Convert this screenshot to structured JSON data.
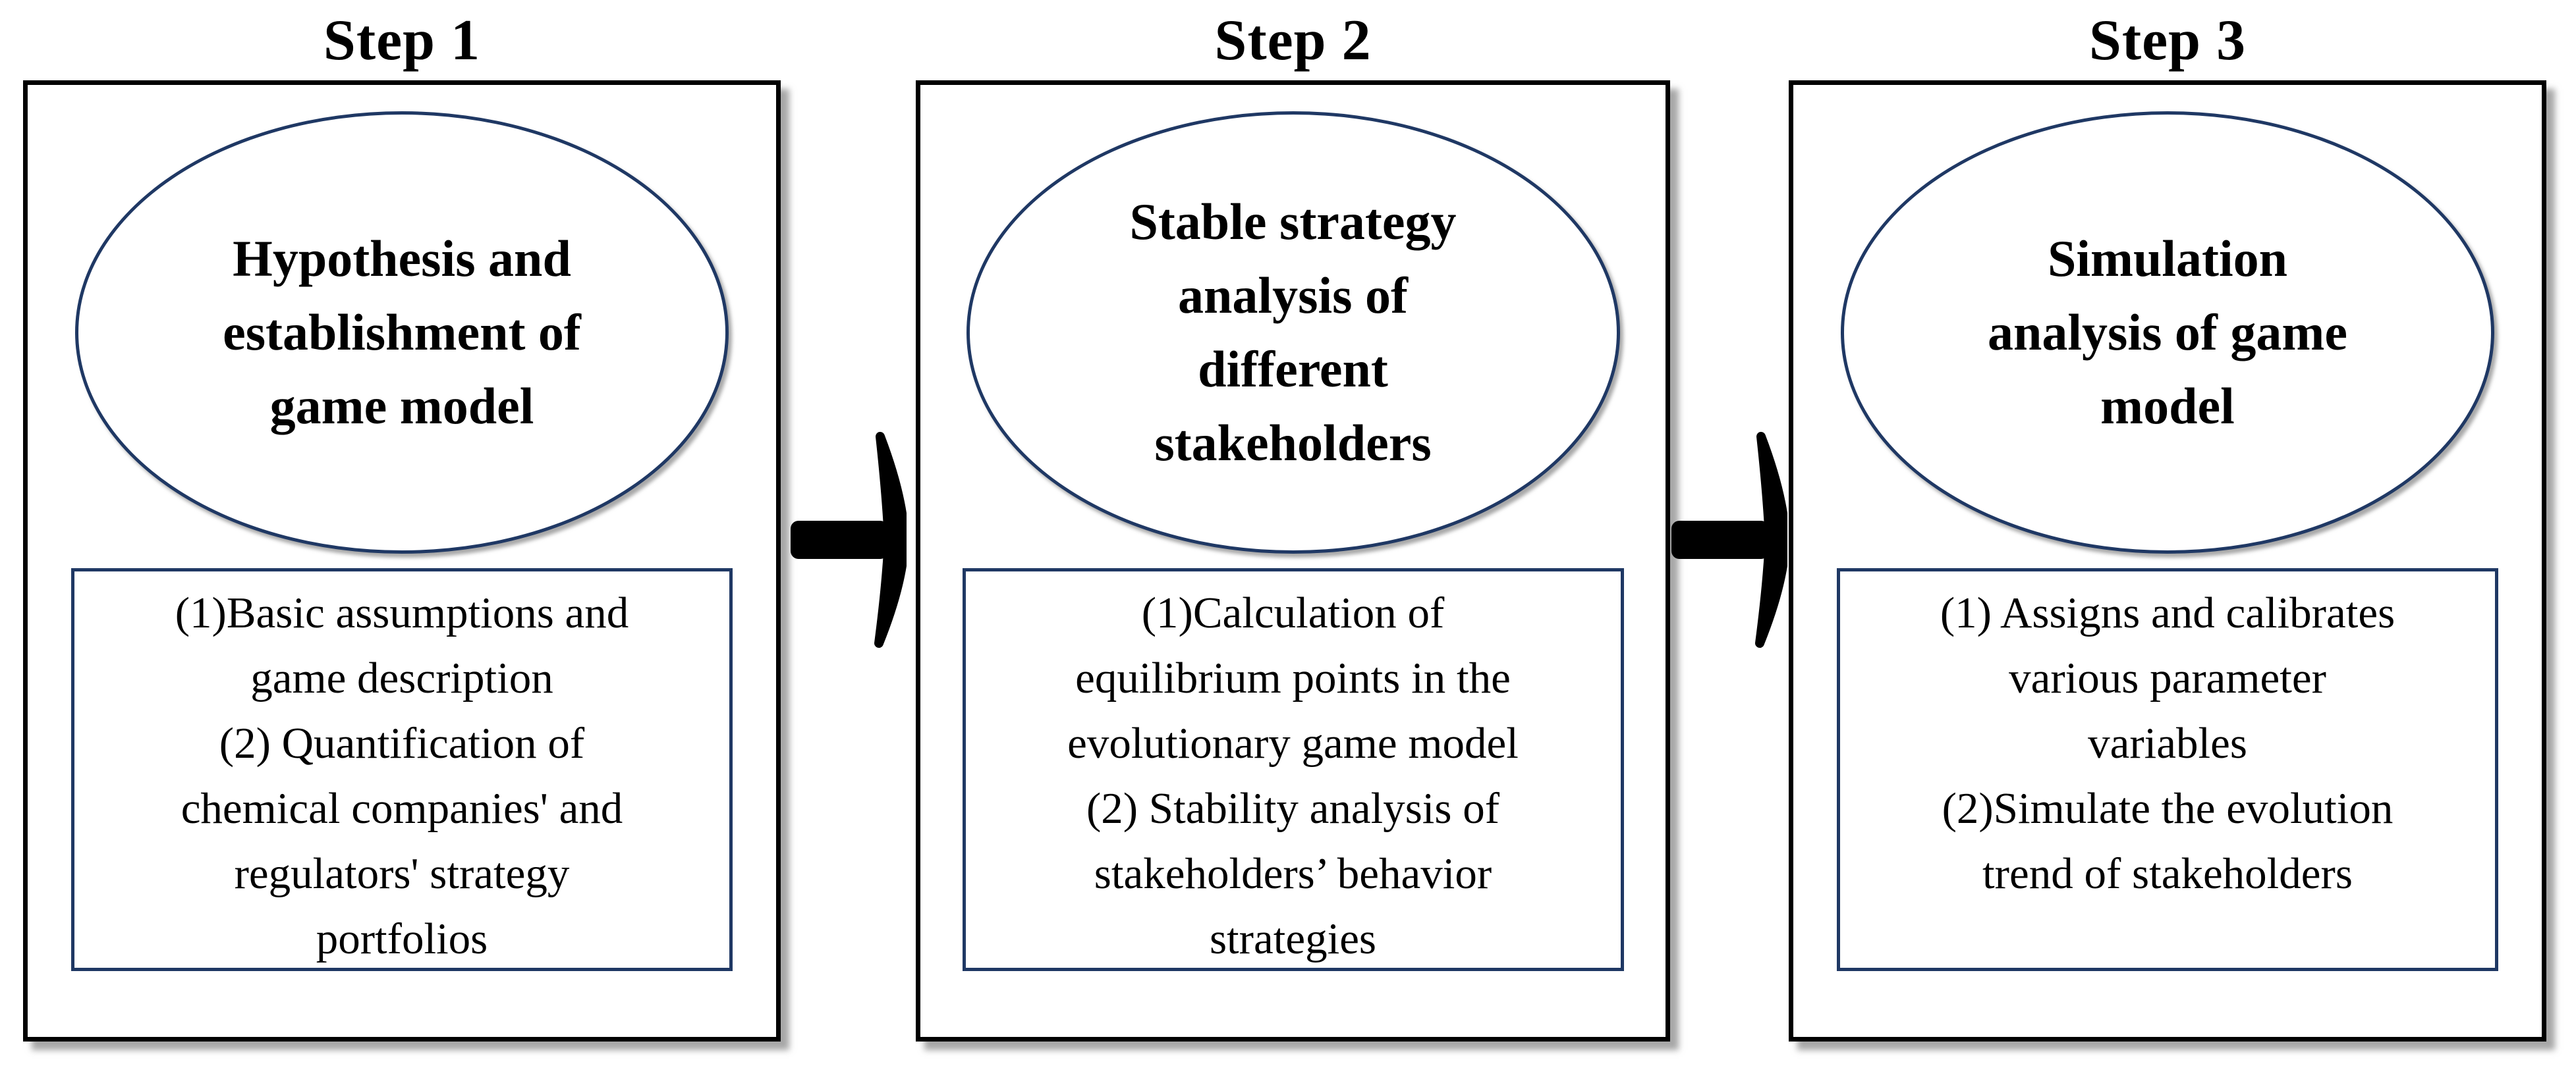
{
  "figure": {
    "background": "#ffffff",
    "colors": {
      "panel_border": "#000000",
      "ellipse_border": "#1f3864",
      "detail_box_border": "#1f3864",
      "arrow": "#000000",
      "text": "#000000"
    },
    "steps": [
      {
        "title": "Step 1",
        "ellipse_lines": [
          "Hypothesis and",
          "establishment of",
          "game model"
        ],
        "box_lines": [
          "(1)Basic assumptions and",
          "game description",
          "(2) Quantification of",
          "chemical companies' and",
          "regulators' strategy",
          "portfolios"
        ]
      },
      {
        "title": "Step 2",
        "ellipse_lines": [
          "Stable strategy",
          "analysis of",
          "different",
          "stakeholders"
        ],
        "box_lines": [
          "(1)Calculation of",
          "equilibrium points in the",
          "evolutionary game model",
          "(2) Stability analysis of",
          "stakeholders’ behavior",
          "strategies"
        ]
      },
      {
        "title": "Step 3",
        "ellipse_lines": [
          "Simulation",
          "analysis of game",
          "model"
        ],
        "box_lines": [
          "(1) Assigns and calibrates",
          "various parameter",
          "variables",
          "(2)Simulate the evolution",
          "trend of stakeholders"
        ]
      }
    ],
    "arrows": [
      {
        "name": "arrow-step1-to-step2",
        "direction": "right"
      },
      {
        "name": "arrow-step2-to-step3",
        "direction": "right"
      }
    ]
  }
}
